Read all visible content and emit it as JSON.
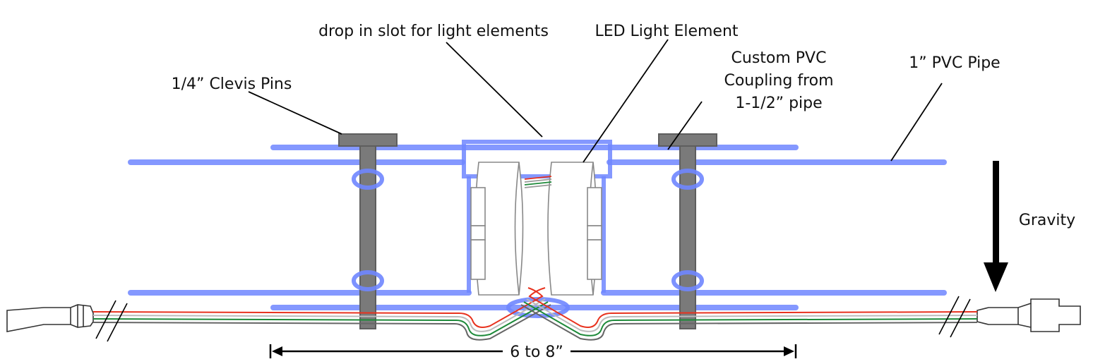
{
  "labels": {
    "slot": "drop in slot for light elements",
    "led": "LED Light Element",
    "coupling_line1": "Custom PVC",
    "coupling_line2": "Coupling from",
    "coupling_line3": "1-1/2” pipe",
    "pvc_pipe": "1” PVC Pipe",
    "clevis": "1/4” Clevis Pins",
    "gravity": "Gravity",
    "dimension": "6 to 8”"
  },
  "colors": {
    "pipe": "#6f86ff",
    "pin": "#7a7a7a",
    "pin_dark": "#5e5e5e",
    "wire_red": "#e8321e",
    "wire_green": "#1e8a3a",
    "wire_outline": "#666666",
    "line": "#000000"
  }
}
